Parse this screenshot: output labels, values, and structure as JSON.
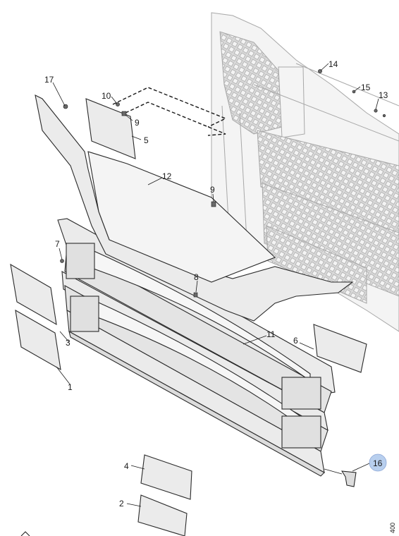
{
  "diagram": {
    "callouts": [
      "1",
      "2",
      "3",
      "4",
      "5",
      "6",
      "7",
      "8",
      "9",
      "9",
      "10",
      "11",
      "12",
      "13",
      "14",
      "15",
      "16",
      "17"
    ],
    "highlighted_callout": "16",
    "highlight_color": "#b8cfee",
    "part_fill_color": "#ebebeb",
    "line_color": "#2a2a2a",
    "reference_number": "400"
  }
}
